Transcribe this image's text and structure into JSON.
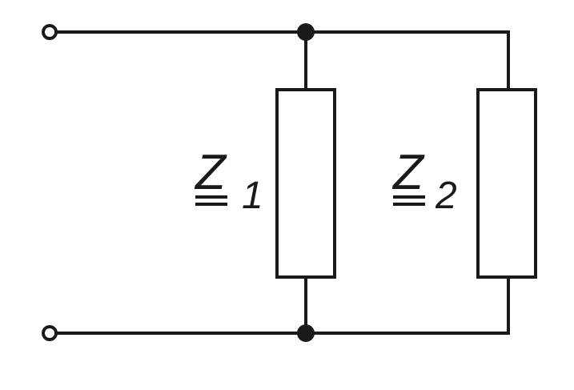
{
  "components": [
    {
      "id": "Z1",
      "symbol": "Z",
      "subscript": "1"
    },
    {
      "id": "Z2",
      "symbol": "Z",
      "subscript": "2"
    }
  ],
  "connection": "parallel",
  "colors": {
    "stroke": "#1a1a1a",
    "background": "#ffffff"
  }
}
